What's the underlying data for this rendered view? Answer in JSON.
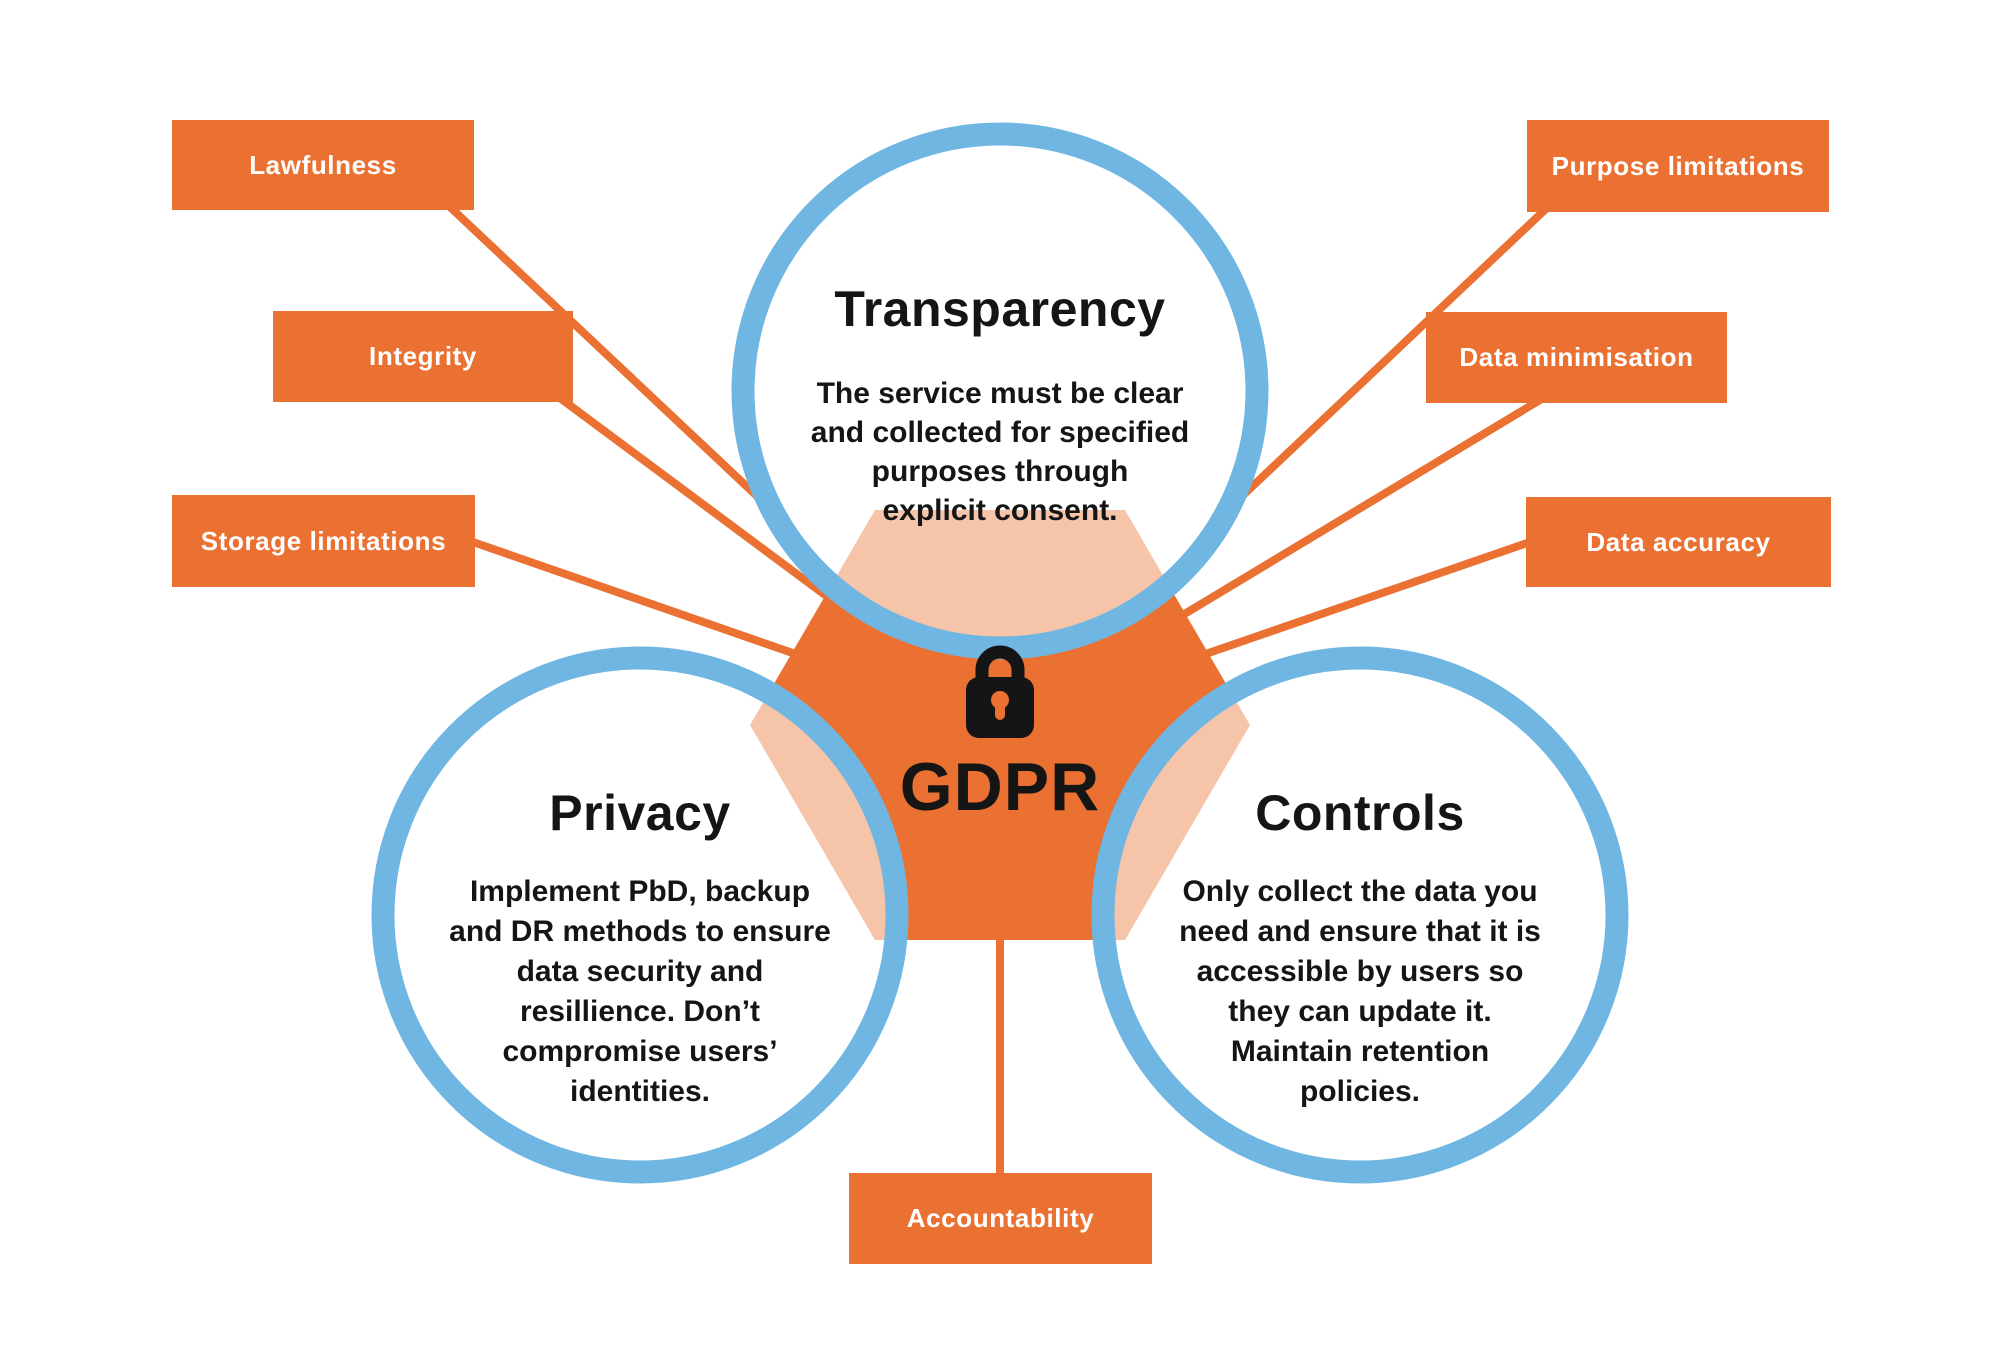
{
  "diagram": {
    "title": "GDPR",
    "center_label": "GDPR",
    "center_icon": "lock-icon"
  },
  "colors": {
    "orange": "#EA7132",
    "peach": "#F6C5A9",
    "blue": "#70B6E2",
    "ink": "#151515",
    "label_text": "#FFFFFF",
    "background": "#FFFFFF"
  },
  "circles": {
    "transparency": {
      "heading": "Transparency",
      "body": "The service must be clear\nand collected for specified\npurposes through\nexplicit consent."
    },
    "privacy": {
      "heading": "Privacy",
      "body": "Implement PbD, backup\nand DR methods to ensure\ndata security and\nresillience. Don’t\ncompromise users’\nidentities."
    },
    "controls": {
      "heading": "Controls",
      "body": "Only collect the data you\nneed and ensure that it is\naccessible by users so\nthey can update it.\nMaintain retention\npolicies."
    }
  },
  "labels": {
    "lawfulness": "Lawfulness",
    "integrity": "Integrity",
    "storage_limitations": "Storage limitations",
    "purpose_limitations": "Purpose limitations",
    "data_minimisation": "Data minimisation",
    "data_accuracy": "Data accuracy",
    "accountability": "Accountability"
  }
}
